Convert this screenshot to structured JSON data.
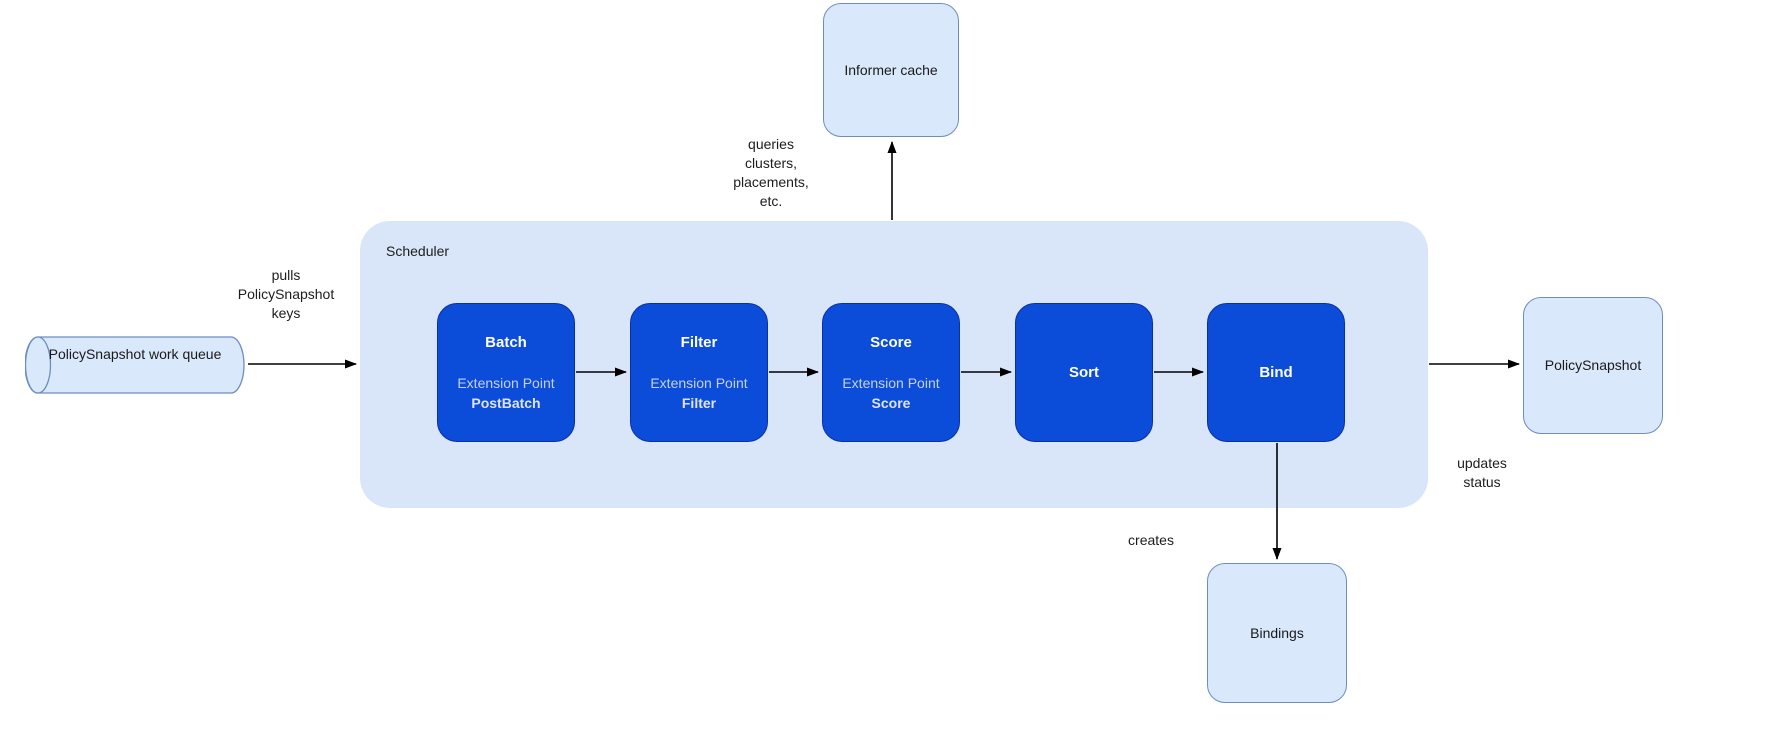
{
  "colors": {
    "stage_fill": "#0b4cd9",
    "stage_border": "#0a2fa8",
    "node_fill": "#dae8fc",
    "node_border": "#6c8ebf",
    "container_fill": "#d9e5f8",
    "edge_color": "#000000",
    "label_color": "#1d1d1d"
  },
  "scheduler": {
    "label": "Scheduler",
    "stages": [
      {
        "title": "Batch",
        "subtitle": "Extension Point",
        "extension": "PostBatch"
      },
      {
        "title": "Filter",
        "subtitle": "Extension Point",
        "extension": "Filter"
      },
      {
        "title": "Score",
        "subtitle": "Extension Point",
        "extension": "Score"
      },
      {
        "title": "Sort"
      },
      {
        "title": "Bind"
      }
    ]
  },
  "nodes": {
    "informer_cache": {
      "label": "Informer cache"
    },
    "work_queue": {
      "label": "PolicySnapshot work queue"
    },
    "policy_snapshot": {
      "label": "PolicySnapshot"
    },
    "bindings": {
      "label": "Bindings"
    }
  },
  "edge_labels": {
    "pulls": "pulls\nPolicySnapshot\nkeys",
    "queries": "queries\nclusters,\nplacements,\netc.",
    "creates": "creates",
    "updates": "updates\nstatus"
  }
}
